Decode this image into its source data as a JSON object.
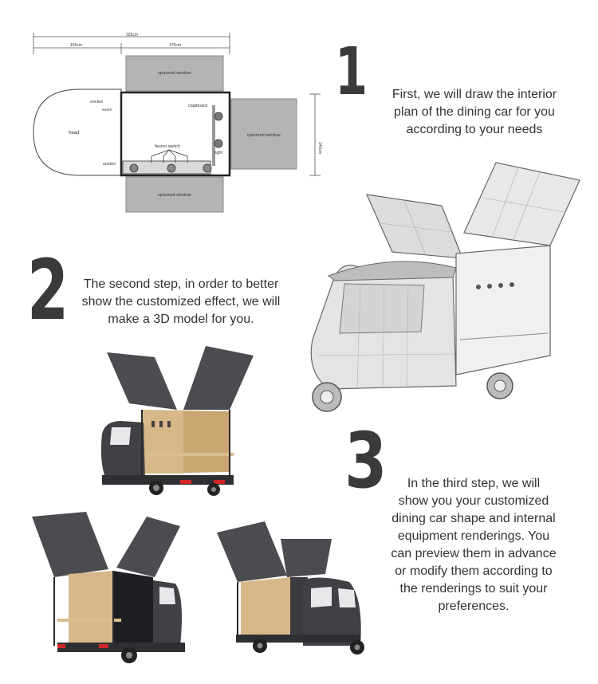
{
  "plan": {
    "dim_total": "325cm",
    "dim_head": "155cm",
    "dim_body": "170cm",
    "dim_height": "140cm",
    "label_head": "head",
    "window_top": "upturned window",
    "window_right": "upturned window",
    "window_bottom": "upturned window",
    "label_socket_top": "socket",
    "label_switch": "switch",
    "label_clapboard": "clapboard",
    "label_faucet": "faucet switch",
    "label_light": "light",
    "label_socket_bottom": "socket"
  },
  "steps": [
    {
      "number": "1",
      "lines": [
        "First, we will draw the interior",
        "plan of the dining car for you",
        "according to your needs"
      ]
    },
    {
      "number": "2",
      "lines": [
        "The second step, in order to better",
        "show the customized effect, we will",
        "make a 3D model for you."
      ]
    },
    {
      "number": "3",
      "lines": [
        "In the third step, we will",
        "show you your customized",
        "dining car shape and internal",
        "equipment renderings. You",
        "can preview them in advance",
        "or modify them according to",
        "the renderings to suit your",
        "preferences."
      ]
    }
  ]
}
